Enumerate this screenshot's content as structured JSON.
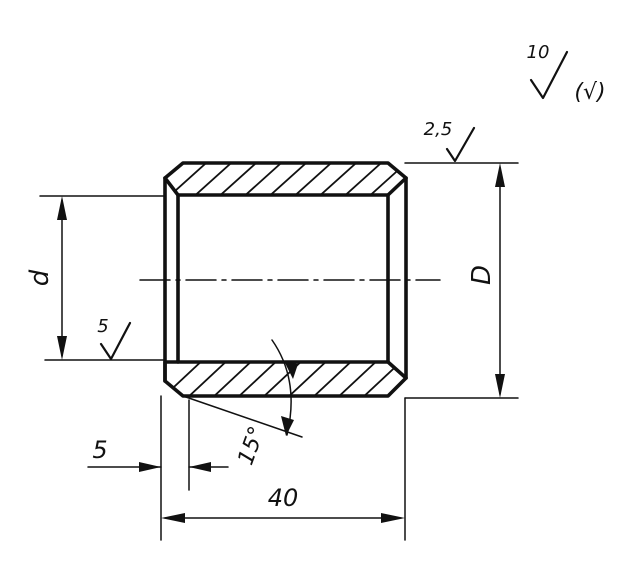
{
  "drawing": {
    "roughness": {
      "general": "10",
      "general_parenthetical": "(√)",
      "outer_surface": "2,5",
      "bore_surface": "5"
    },
    "dimensions": {
      "bore_diameter": "d",
      "outer_diameter": "D",
      "chamfer_length": "5",
      "chamfer_angle": "15°",
      "overall_length": "40"
    }
  }
}
